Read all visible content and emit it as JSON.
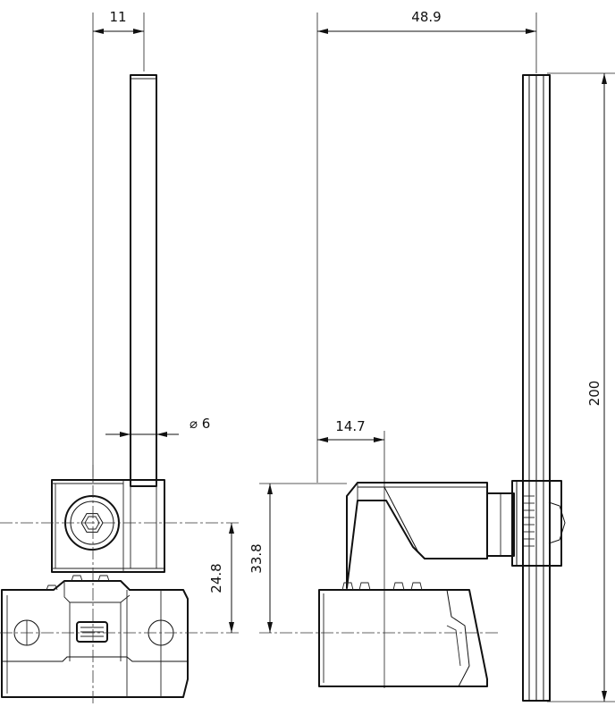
{
  "diagram": {
    "dimensions": {
      "rod_offset": "11",
      "overall_width": "48.9",
      "rod_diameter": "⌀ 6",
      "height": "200",
      "hinge_offset": "14.7",
      "body_height": "33.8",
      "axis_height": "24.8"
    },
    "colors": {
      "line": "#111111",
      "background": "#ffffff"
    }
  }
}
